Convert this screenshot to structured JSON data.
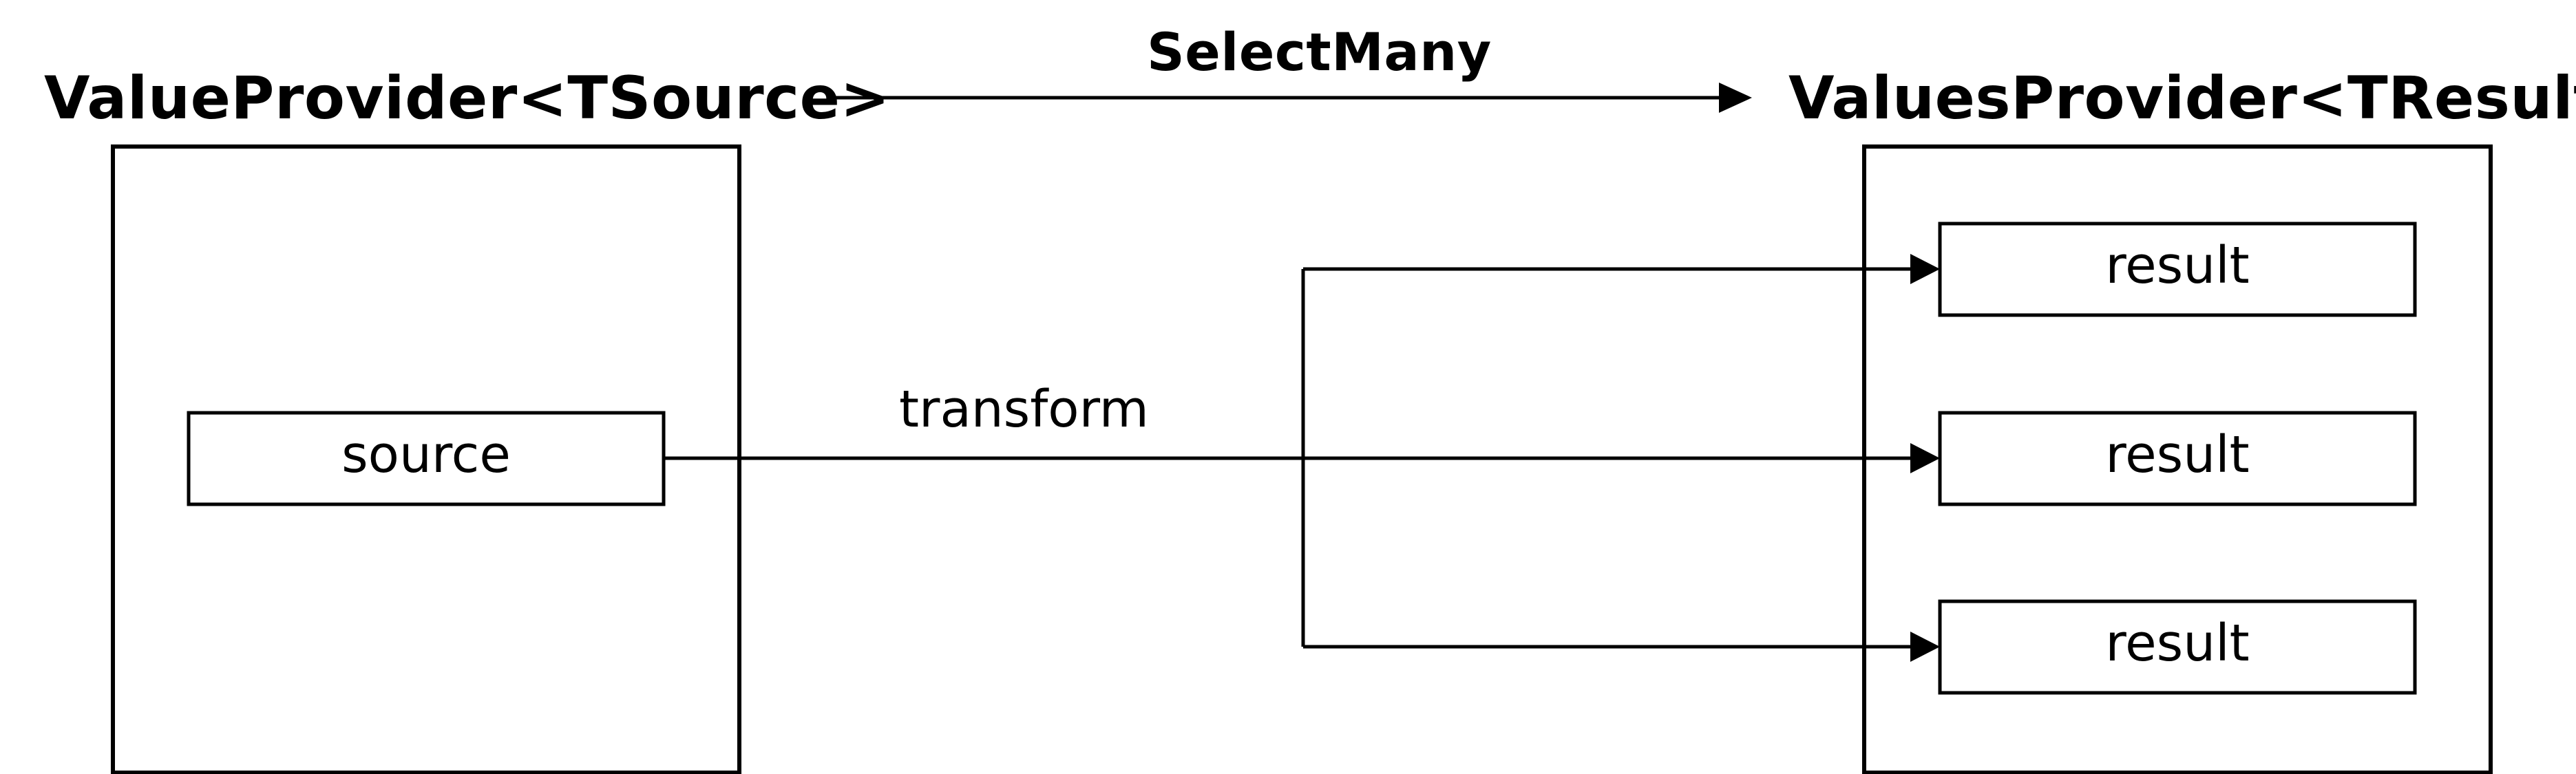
{
  "diagram": {
    "source_provider": {
      "title": "ValueProvider<TSource>",
      "item_label": "source"
    },
    "operation": {
      "title": "SelectMany",
      "edge_label": "transform"
    },
    "result_provider": {
      "title": "ValuesProvider<TResult>",
      "items": [
        {
          "label": "result"
        },
        {
          "label": "result"
        },
        {
          "label": "result"
        }
      ]
    },
    "colors": {
      "stroke": "#000000",
      "background": "#ffffff"
    }
  }
}
